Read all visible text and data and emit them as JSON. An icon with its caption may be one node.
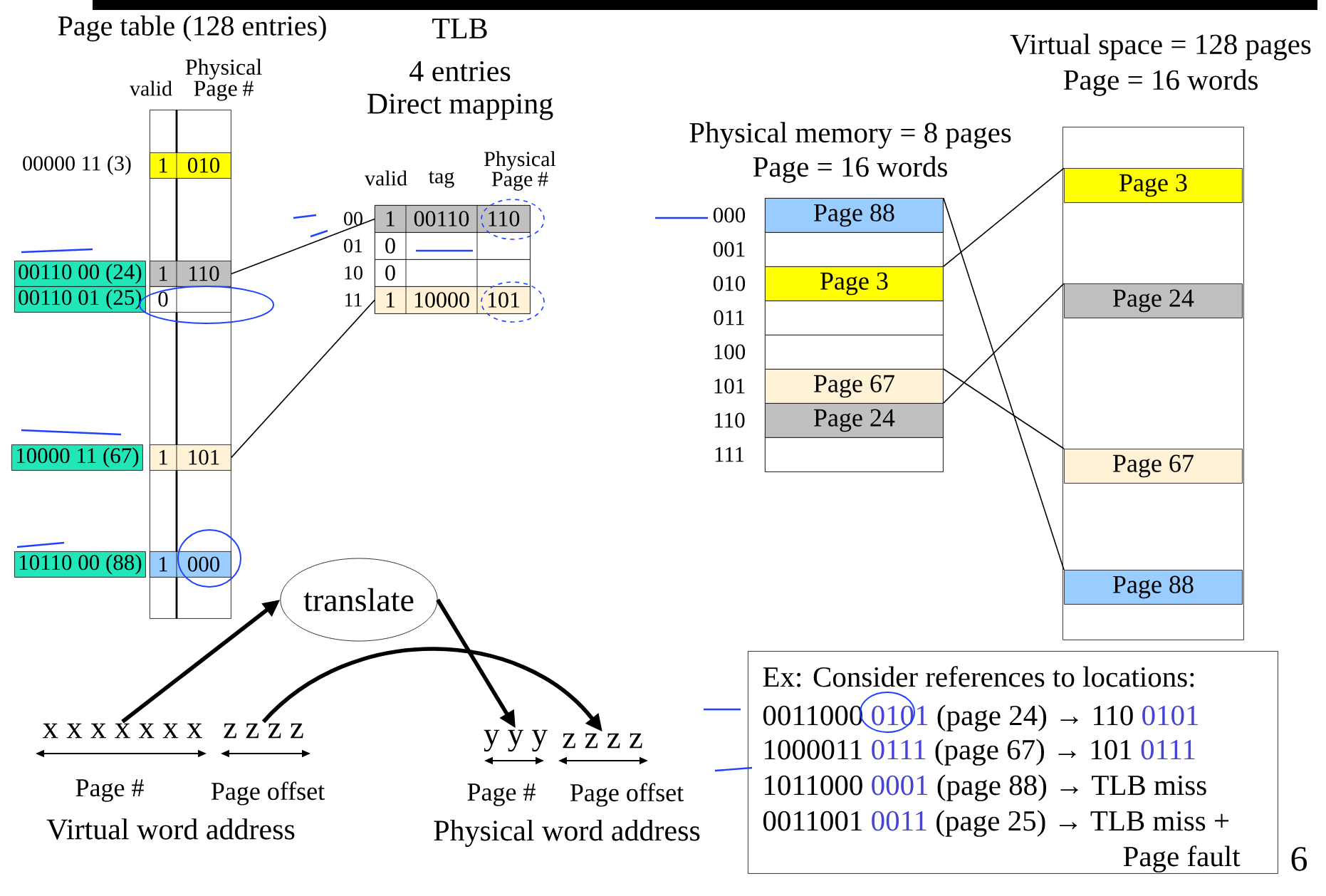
{
  "diagram": {
    "nodes": [
      {
        "text": [
          "Page table (128 entries)"
        ]
      },
      {
        "text": [
          "1",
          "010"
        ],
        "in": 0,
        "beside": [
          "00000 11 (3)"
        ]
      },
      {
        "text": [
          "1",
          "110"
        ],
        "in": 0
      },
      {
        "text": [
          "0"
        ],
        "in": 0
      },
      {
        "text": [
          "1",
          "101"
        ],
        "in": 0
      },
      {
        "text": [
          "1",
          "000"
        ],
        "in": 0
      },
      {
        "text": [
          "00110 00 (24)"
        ]
      },
      {
        "text": [
          "00110 01 (25)"
        ]
      },
      {
        "text": [
          "10000 11 (67)"
        ]
      },
      {
        "text": [
          "10110 00 (88)"
        ]
      },
      {
        "text": [],
        "shape": "box"
      },
      {
        "text": [
          "1",
          "00110",
          "110"
        ],
        "in": 10,
        "beside": [
          "00"
        ]
      },
      {
        "text": [
          "0"
        ],
        "in": 10,
        "beside": [
          "01"
        ]
      },
      {
        "text": [
          "0"
        ],
        "in": 10,
        "beside": [
          "10"
        ]
      },
      {
        "text": [
          "1",
          "10000",
          "101"
        ],
        "in": 10,
        "beside": [
          "11"
        ]
      },
      {
        "text": [
          "Physical memory = 8 pages",
          "Page = 16 words"
        ]
      },
      {
        "text": [
          "Page 88"
        ],
        "in": 15,
        "beside": [
          "000"
        ]
      },
      {
        "text": [],
        "shape": "box",
        "in": 15,
        "beside": [
          "001"
        ]
      },
      {
        "text": [
          "Page 3"
        ],
        "in": 15,
        "beside": [
          "010"
        ]
      },
      {
        "text": [],
        "shape": "box",
        "in": 15,
        "beside": [
          "011"
        ]
      },
      {
        "text": [],
        "shape": "box",
        "in": 15,
        "beside": [
          "100"
        ]
      },
      {
        "text": [
          "Page 67"
        ],
        "in": 15,
        "beside": [
          "101"
        ]
      },
      {
        "text": [
          "Page 24"
        ],
        "in": 15,
        "beside": [
          "110"
        ]
      },
      {
        "text": [],
        "shape": "box",
        "in": 15,
        "beside": [
          "111"
        ]
      },
      {
        "text": [
          "Virtual space = 128 pages",
          "Page = 16 words"
        ]
      },
      {
        "text": [
          "Page 3"
        ],
        "in": 24
      },
      {
        "text": [
          "Page 24"
        ],
        "in": 24
      },
      {
        "text": [
          "Page 67"
        ],
        "in": 24
      },
      {
        "text": [
          "Page 88"
        ],
        "in": 24
      },
      {
        "text": [
          "translate"
        ]
      },
      {
        "text": [
          "x x x x x x x"
        ]
      },
      {
        "text": [
          "z z z z"
        ]
      },
      {
        "text": [
          "y y y"
        ]
      },
      {
        "text": [
          "z z z z"
        ]
      },
      {
        "text": [
          "Ex: Consider references to locations:",
          "0011000",
          "0101",
          "(page 24) → 110",
          "0101",
          "1000011",
          "0111",
          "(page 67) → 101",
          "0111",
          "1011000",
          "0001",
          "(page 88) → TLB miss",
          "0011001",
          "0011",
          "(page 25) → TLB miss +",
          "Page fault"
        ],
        "beside": [
          "6"
        ]
      }
    ],
    "edges": [
      {
        "from": 2,
        "to": 11,
        "arrow": "none"
      },
      {
        "from": 4,
        "to": 14,
        "arrow": "none"
      },
      {
        "from": 16,
        "to": 28,
        "arrow": "none"
      },
      {
        "from": 18,
        "to": 25,
        "arrow": "none"
      },
      {
        "from": 21,
        "to": 27,
        "arrow": "none"
      },
      {
        "from": 22,
        "to": 26,
        "arrow": "none"
      },
      {
        "from": 30,
        "to": 29,
        "arrow": "to",
        "style": "thick"
      },
      {
        "from": 29,
        "to": 32,
        "arrow": "to",
        "style": "thick"
      },
      {
        "from": 31,
        "to": 33,
        "arrow": "to",
        "style": "thick"
      }
    ],
    "labels": [
      "TLB",
      "4 entries",
      "Direct mapping",
      "valid",
      "Physical Page #",
      "valid",
      "tag",
      "Physical Page #",
      "Page #",
      "Page offset",
      "Virtual word address",
      "Page #",
      "Page offset",
      "Physical word address"
    ]
  }
}
